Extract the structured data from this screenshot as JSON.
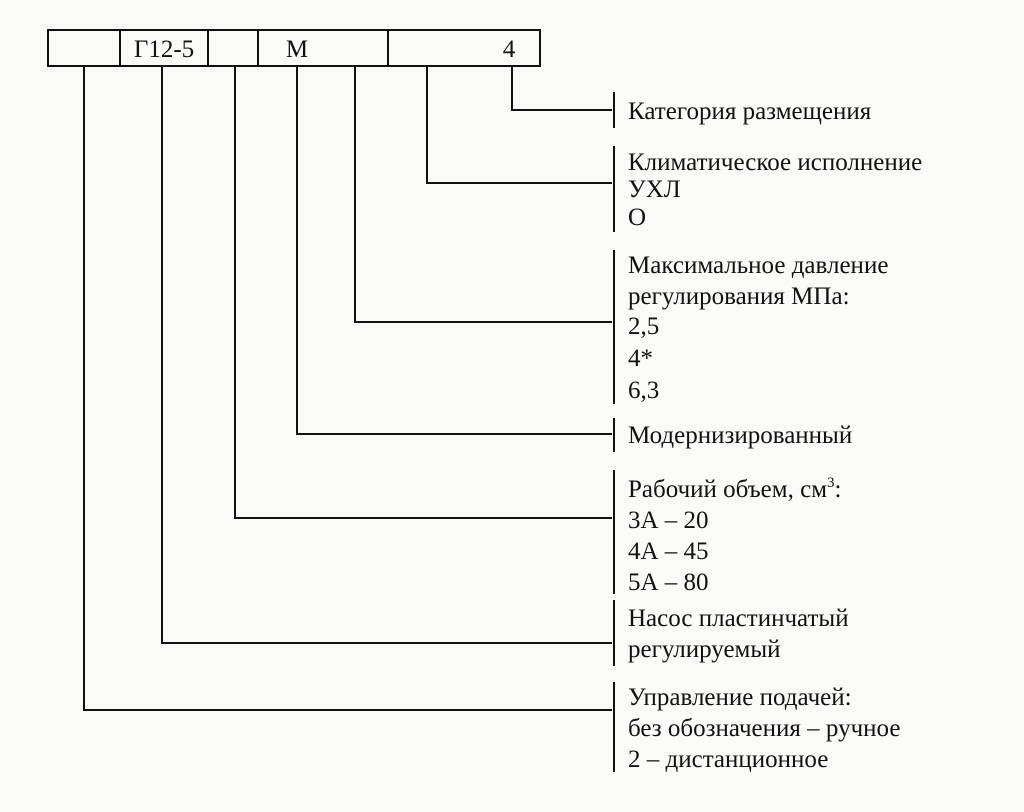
{
  "code_cells": [
    "",
    "Г12-5",
    "",
    "М",
    "",
    "4"
  ],
  "groups": [
    {
      "id": "placement-category",
      "lines": [
        "Категория размещения"
      ]
    },
    {
      "id": "climatic-version",
      "lines": [
        "Климатическое исполнение",
        "УХЛ",
        "О"
      ]
    },
    {
      "id": "max-pressure",
      "lines": [
        "Максимальное давление",
        "регулирования МПа:",
        "2,5",
        "4*",
        "6,3"
      ]
    },
    {
      "id": "modernized",
      "lines": [
        "Модернизированный"
      ]
    },
    {
      "id": "working-volume",
      "lines": [
        "Рабочий объем, см",
        "3А – 20",
        "4А – 45",
        "5А – 80"
      ],
      "superscript": "3",
      "trailing": ":"
    },
    {
      "id": "pump-type",
      "lines": [
        "Насос пластинчатый",
        "регулируемый"
      ]
    },
    {
      "id": "feed-control",
      "lines": [
        "Управление подачей:",
        "без обозначения – ручное",
        "2 – дистанционное"
      ]
    }
  ]
}
